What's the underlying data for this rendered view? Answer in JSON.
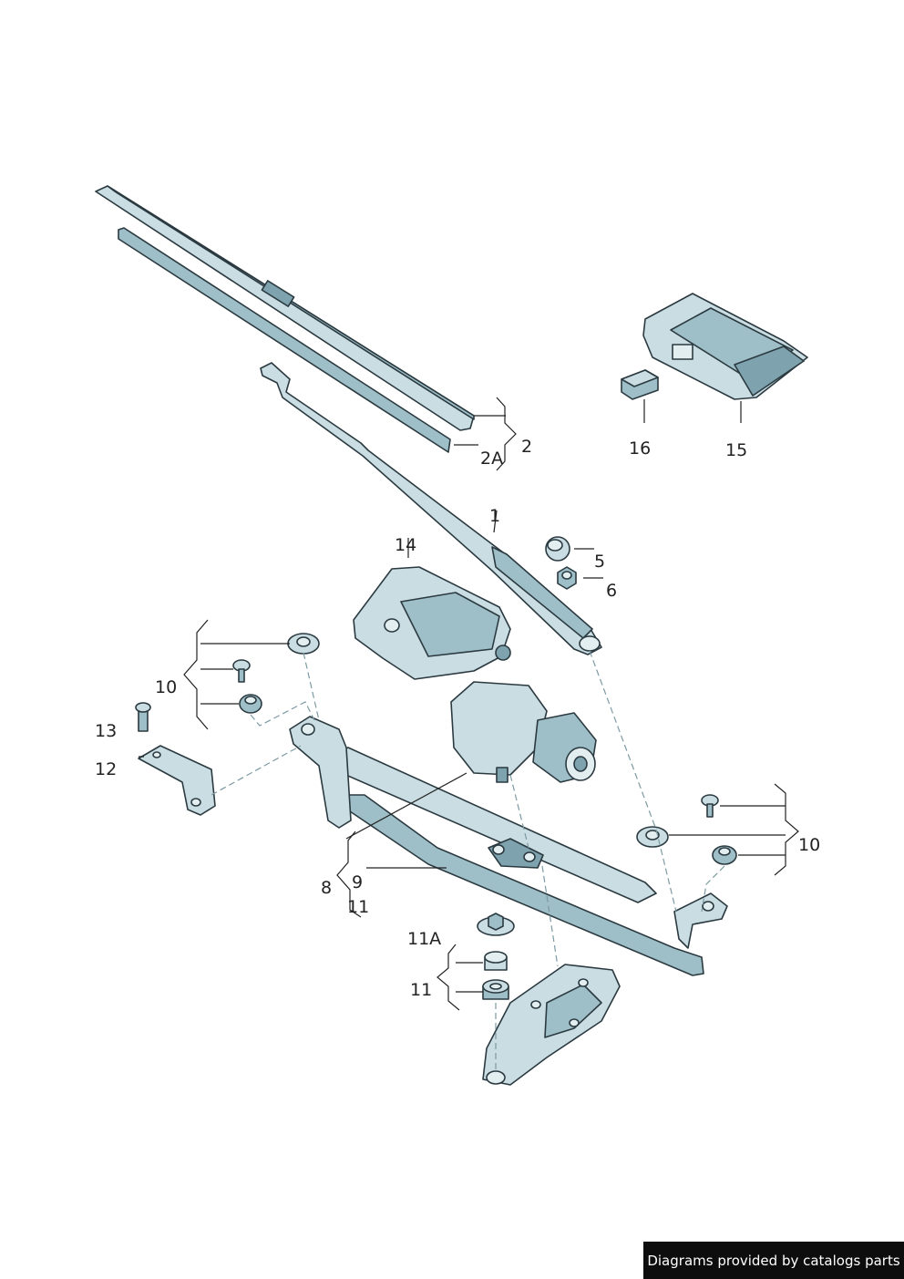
{
  "callouts": {
    "c1": "1",
    "c2": "2",
    "c2a": "2A",
    "c5": "5",
    "c6": "6",
    "c8": "8",
    "c9": "9",
    "c10_left": "10",
    "c10_right": "10",
    "c11_left": "11",
    "c11_bottom": "11",
    "c11a": "11A",
    "c12": "12",
    "c13": "13",
    "c14": "14",
    "c15": "15",
    "c16": "16"
  },
  "credit": "Diagrams provided by catalogs parts",
  "colors": {
    "part_light": "#c9dde3",
    "part_mid": "#9fbfc8",
    "part_dark": "#7ea3ae",
    "outline": "#2b3a40",
    "credit_bg": "#0d0d0d"
  }
}
